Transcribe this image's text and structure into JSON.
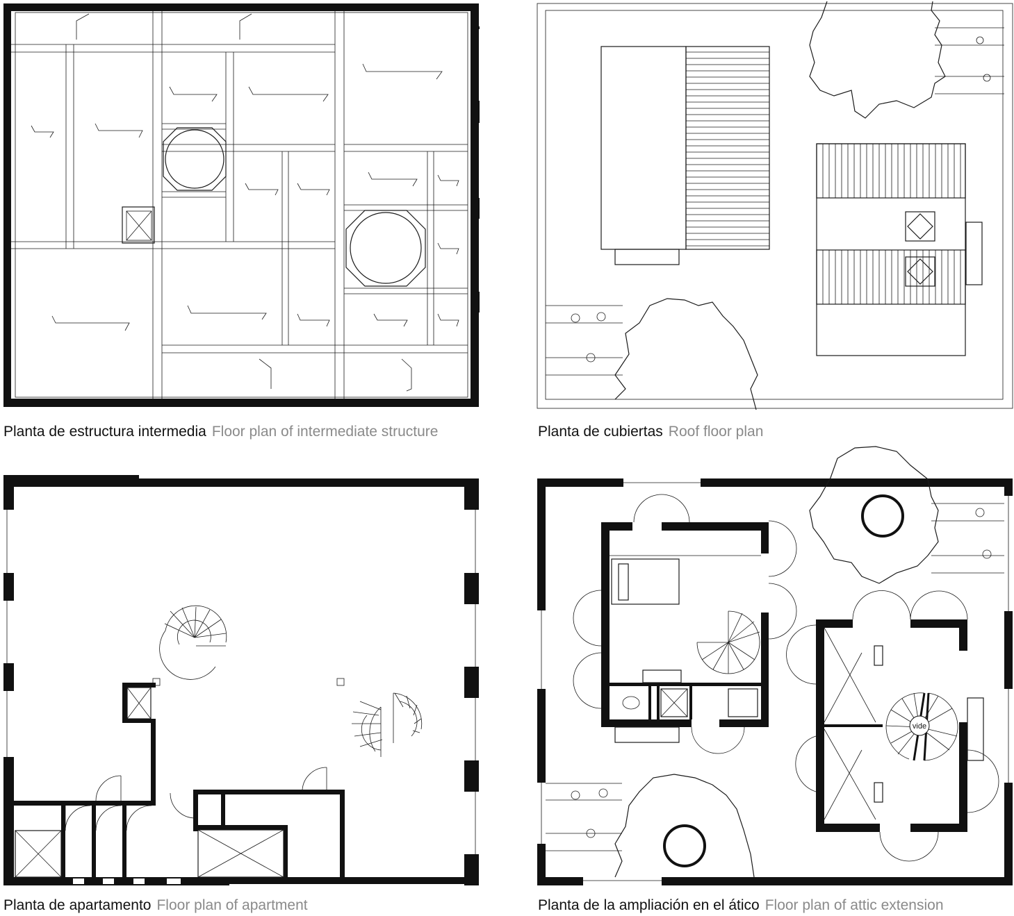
{
  "panels": [
    {
      "caption_es": "Planta de estructura intermedia",
      "caption_en": "Floor plan of intermediate structure"
    },
    {
      "caption_es": "Planta de cubiertas",
      "caption_en": "Roof floor plan"
    },
    {
      "caption_es": "Planta de apartamento",
      "caption_en": "Floor plan of apartment"
    },
    {
      "caption_es": "Planta de la ampliación en el ático",
      "caption_en": "Floor plan of attic extension"
    }
  ],
  "labels": {
    "vide": "vide"
  },
  "colors": {
    "ink": "#111111",
    "caption_secondary": "#8a8a8a"
  }
}
